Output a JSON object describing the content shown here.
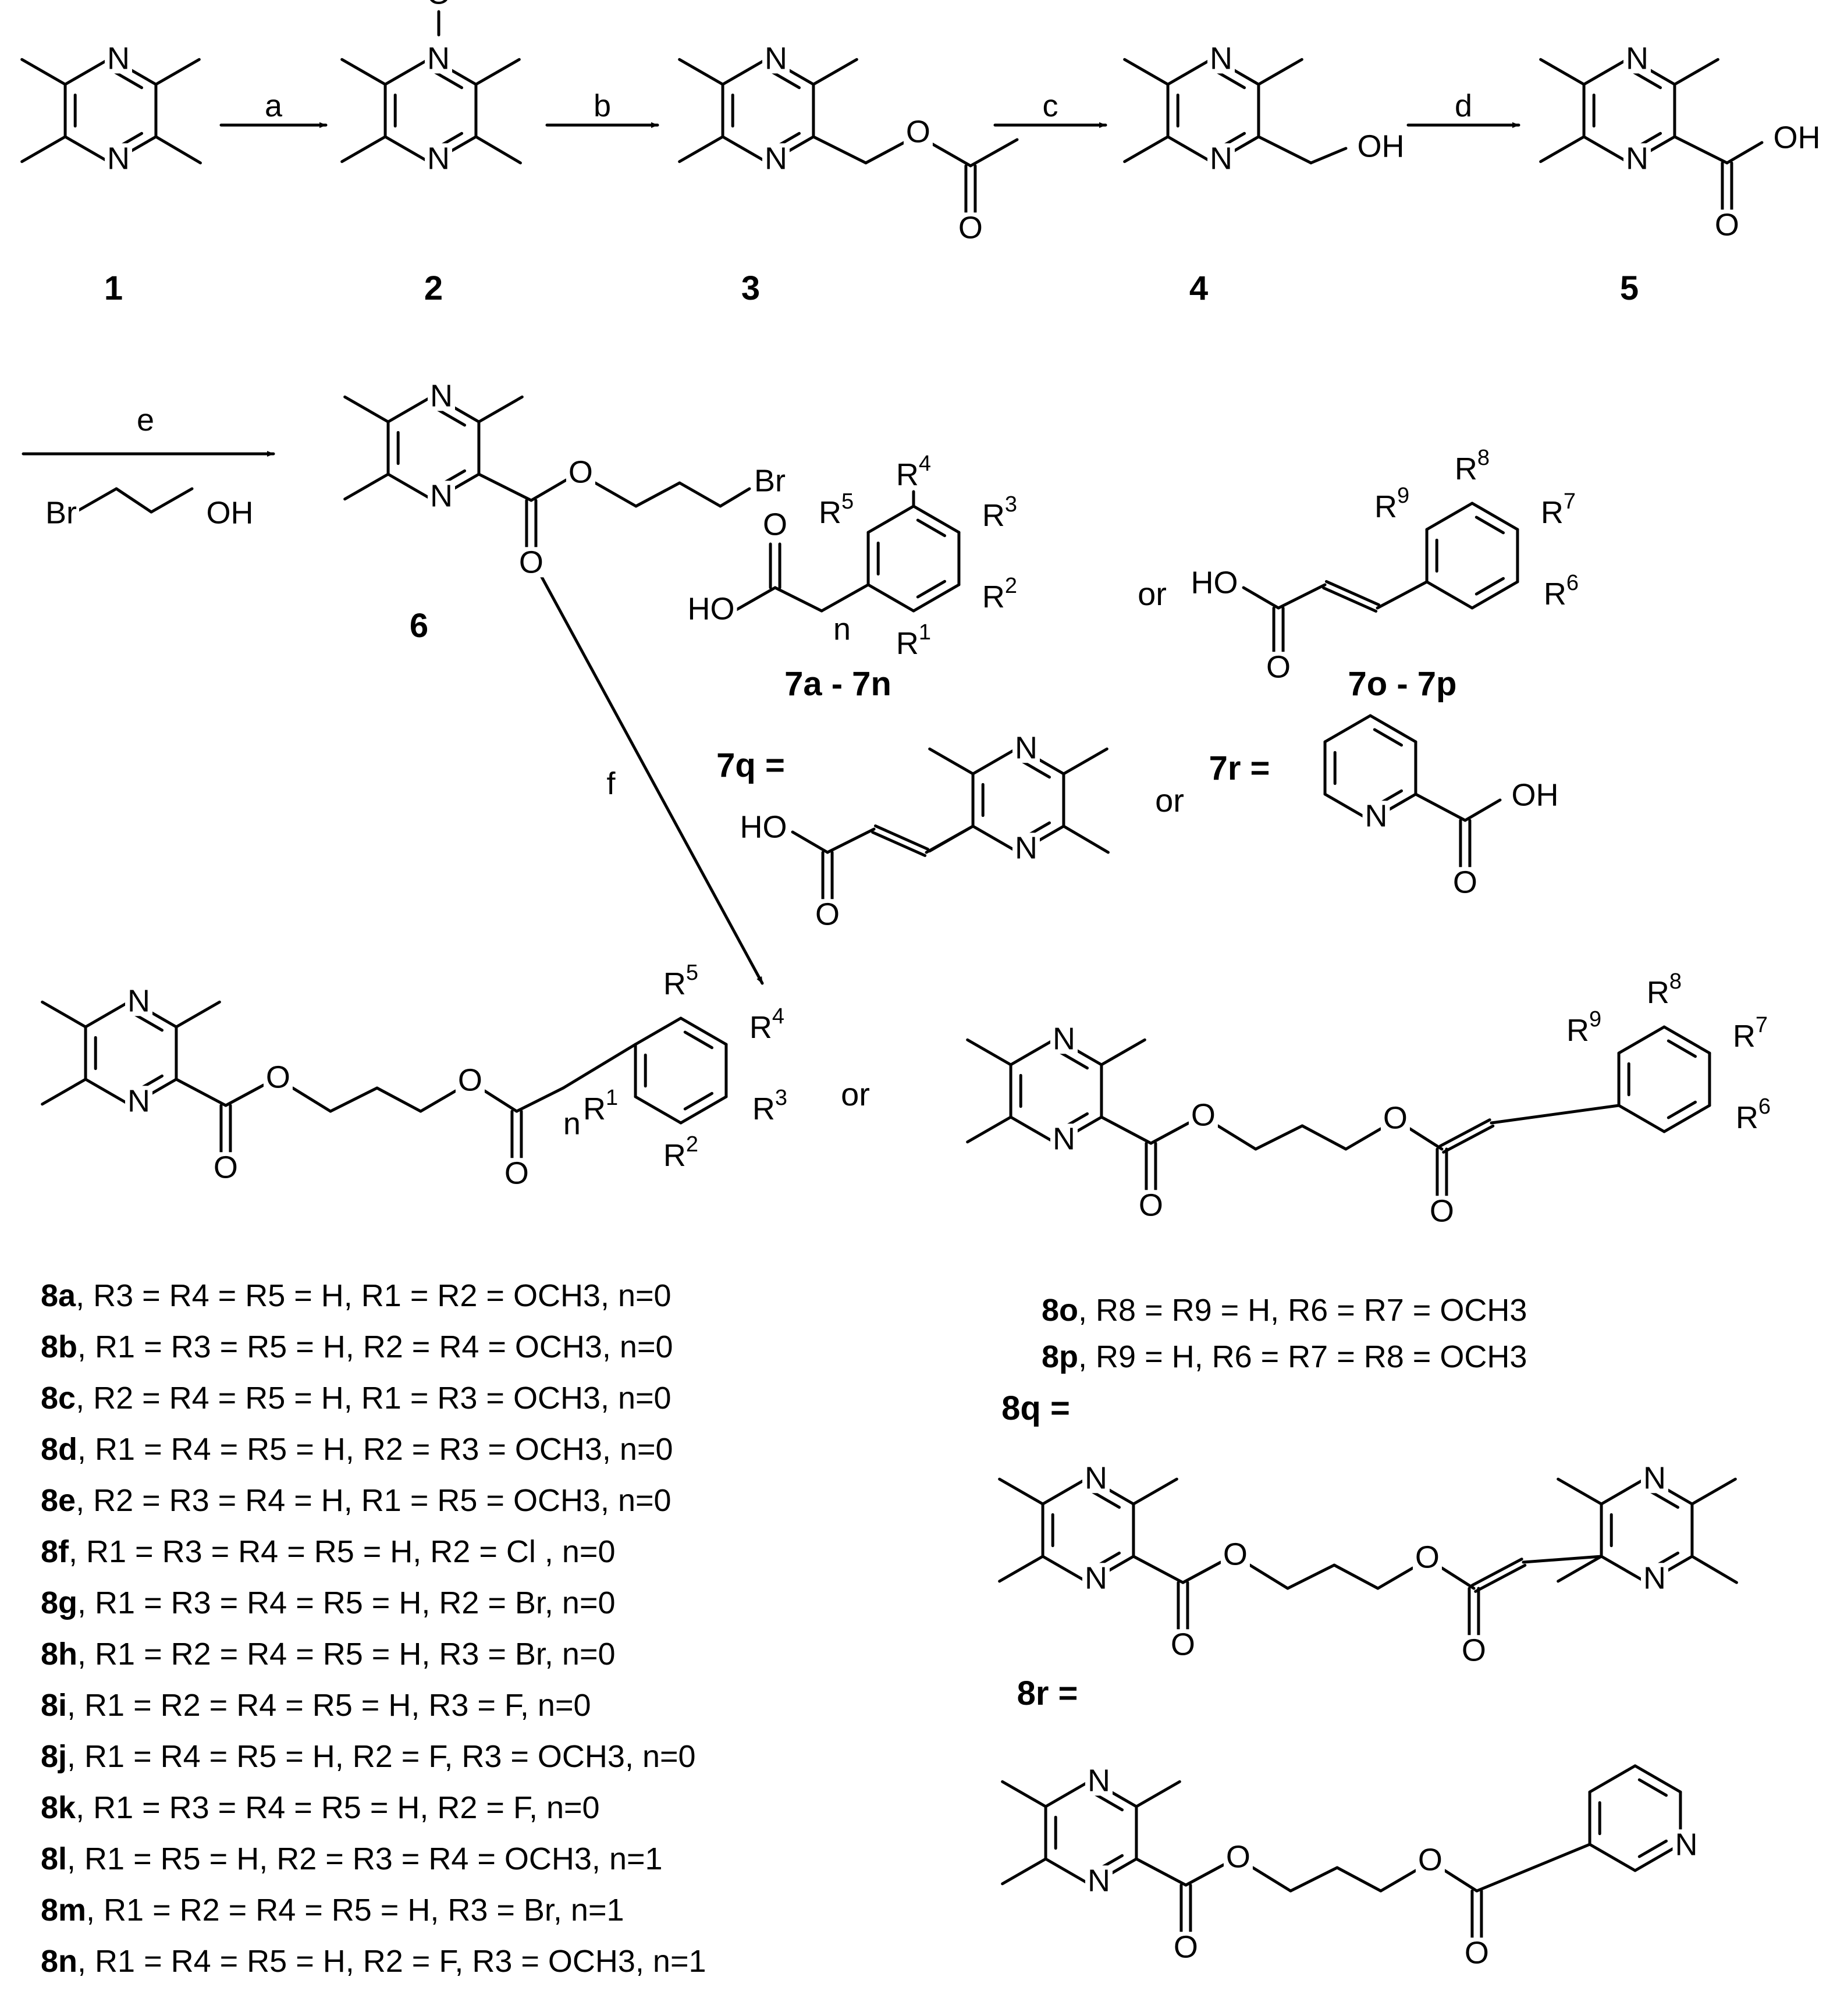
{
  "compounds": {
    "c1": "1",
    "c2": "2",
    "c3": "3",
    "c4": "4",
    "c5": "5",
    "c6": "6",
    "c7an": "7a - 7n",
    "c7op": "7o - 7p",
    "c7q": "7q =",
    "c7r": "7r =",
    "c8q": "8q =",
    "c8r": "8r ="
  },
  "steps": {
    "a": "a",
    "b": "b",
    "c": "c",
    "d": "d",
    "e": "e",
    "f": "f"
  },
  "or_word": "or",
  "atoms": {
    "N": "N",
    "O": "O",
    "OH": "OH",
    "HO": "HO",
    "Br": "Br",
    "n": "n",
    "R1": "R1",
    "R2": "R2",
    "R3": "R3",
    "R4": "R4",
    "R5": "R5",
    "R6": "R6",
    "R7": "R7",
    "R8": "R8",
    "R9": "R9"
  },
  "substituents_8a_8n": [
    {
      "id": "8a",
      "text": "R3 = R4 = R5 = H, R1 = R2 = OCH3, n=0"
    },
    {
      "id": "8b",
      "text": "R1 = R3 = R5 = H, R2 = R4 = OCH3, n=0"
    },
    {
      "id": "8c",
      "text": "R2 = R4 = R5 = H, R1 = R3 = OCH3, n=0"
    },
    {
      "id": "8d",
      "text": "R1 = R4 = R5 = H, R2 = R3 = OCH3, n=0"
    },
    {
      "id": "8e",
      "text": "R2 = R3 = R4 = H, R1 = R5 = OCH3, n=0"
    },
    {
      "id": "8f",
      "text": "R1 = R3 = R4 = R5 = H, R2 = Cl , n=0"
    },
    {
      "id": "8g",
      "text": "R1 = R3 = R4 = R5 = H, R2 = Br, n=0"
    },
    {
      "id": "8h",
      "text": "R1 = R2 = R4 = R5 = H, R3 = Br, n=0"
    },
    {
      "id": "8i",
      "text": "R1 = R2 = R4 = R5 = H, R3 = F, n=0"
    },
    {
      "id": "8j",
      "text": "R1 = R4 = R5 = H, R2 = F, R3 = OCH3, n=0"
    },
    {
      "id": "8k",
      "text": "R1 = R3 = R4 = R5 = H, R2 = F, n=0"
    },
    {
      "id": "8l",
      "text": "R1 = R5 = H, R2 = R3 = R4 = OCH3, n=1"
    },
    {
      "id": "8m",
      "text": "R1 = R2 = R4 = R5 = H, R3 = Br, n=1"
    },
    {
      "id": "8n",
      "text": "R1 = R4 = R5 = H, R2 = F, R3 = OCH3, n=1"
    }
  ],
  "substituents_8o_8p": [
    {
      "id": "8o",
      "text": "R8 = R9 = H, R6 = R7 = OCH3"
    },
    {
      "id": "8p",
      "text": "R9 = H, R6 = R7 = R8 = OCH3"
    }
  ]
}
